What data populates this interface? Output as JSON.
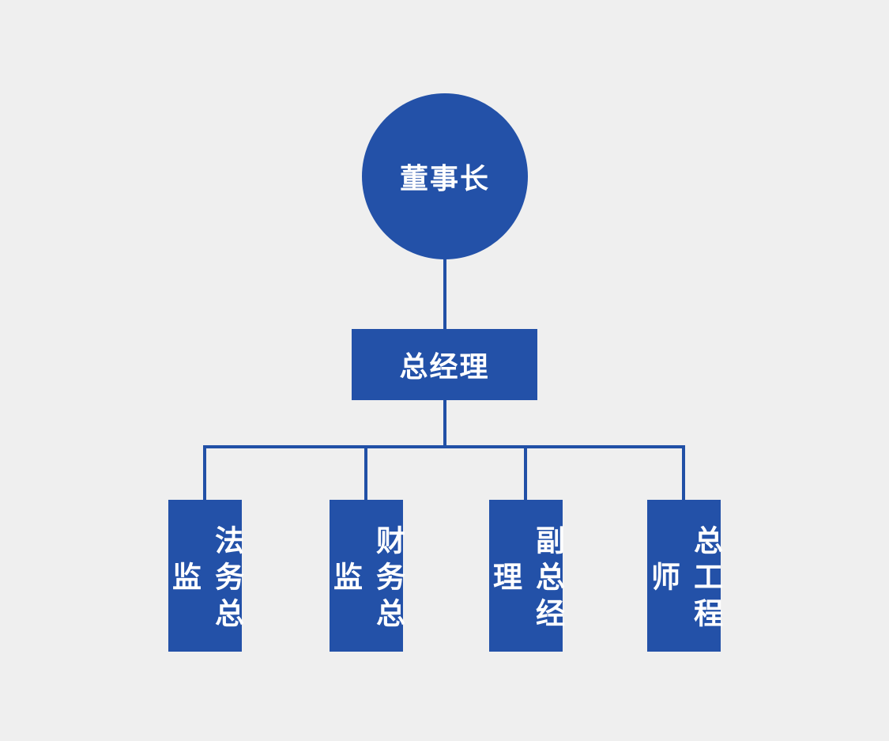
{
  "diagram": {
    "type": "org-chart",
    "colors": {
      "background": "#efefef",
      "node_fill": "#2351a8",
      "connector": "#2150a6",
      "node_text": "#ffffff"
    },
    "root": {
      "label": "董事长",
      "shape": "circle"
    },
    "manager": {
      "label": "总经理",
      "shape": "rectangle"
    },
    "children": [
      {
        "label": "法务总监",
        "shape": "vertical-rectangle"
      },
      {
        "label": "财务总监",
        "shape": "vertical-rectangle"
      },
      {
        "label": "副总经理",
        "shape": "vertical-rectangle"
      },
      {
        "label": "总工程师",
        "shape": "vertical-rectangle"
      }
    ],
    "structure": {
      "root_to_manager": "vertical line",
      "manager_to_children": "vertical line to horizontal bus with four drops"
    }
  }
}
